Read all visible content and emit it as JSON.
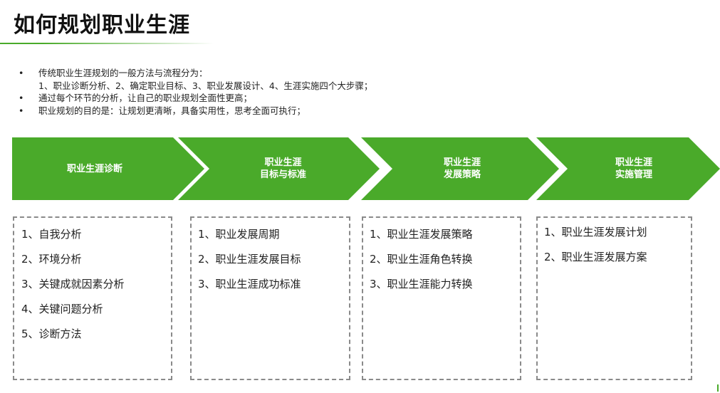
{
  "title": "如何规划职业生涯",
  "bullets": [
    {
      "symbol": "•",
      "lines": [
        "传统职业生涯规划的一般方法与流程分为：",
        "1、职业诊断分析、2、确定职业目标、3、职业发展设计、4、生涯实施四个大步骤；"
      ]
    },
    {
      "symbol": "•",
      "lines": [
        "通过每个环节的分析，让自己的职业规划全面性更高；"
      ]
    },
    {
      "symbol": "•",
      "lines": [
        "职业规划的目的是：让规划更清晰，具备实用性，思考全面可执行；"
      ]
    }
  ],
  "colors": {
    "accent_green": "#4aaa2a",
    "box_border": "#8a8a8a"
  },
  "steps": [
    {
      "label_lines": [
        "职业生涯诊断"
      ],
      "items": [
        "1、自我分析",
        "2、环境分析",
        "3、关键成就因素分析",
        "4、关键问题分析",
        "5、诊断方法"
      ]
    },
    {
      "label_lines": [
        "职业生涯",
        "目标与标准"
      ],
      "items": [
        "1、职业发展周期",
        "2、职业生涯发展目标",
        "3、职业生涯成功标准"
      ]
    },
    {
      "label_lines": [
        "职业生涯",
        "发展策略"
      ],
      "items": [
        "1、职业生涯发展策略",
        "2、职业生涯角色转换",
        "3、职业生涯能力转换"
      ]
    },
    {
      "label_lines": [
        "职业生涯",
        "实施管理"
      ],
      "items": [
        "1、职业生涯发展计划",
        "2、职业生涯发展方案"
      ]
    }
  ]
}
